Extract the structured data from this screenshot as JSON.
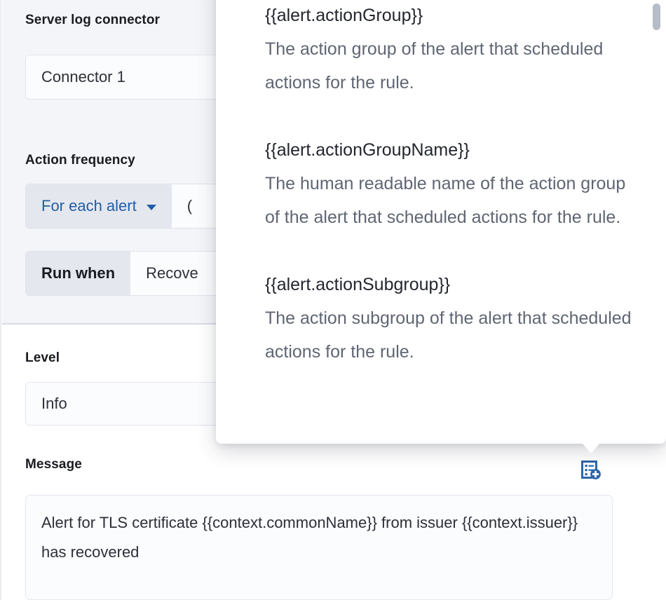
{
  "form": {
    "server_log_connector": {
      "label": "Server log connector",
      "value": "Connector 1"
    },
    "action_frequency": {
      "label": "Action frequency",
      "summary_prepend": "For each alert",
      "summary_value": "(",
      "chevron_icon": "chevron-down-icon",
      "run_when_prepend": "Run when",
      "run_when_value": "Recove"
    },
    "level": {
      "label": "Level",
      "value": "Info"
    },
    "message": {
      "label": "Message",
      "value": "Alert for TLS certificate {{context.commonName}} from issuer {{context.issuer}} has recovered",
      "add_variable_icon": "add-variable-icon"
    }
  },
  "variables_popover": {
    "scrollbar_icon": "scrollbar-thumb",
    "items": [
      {
        "name": "{{alert.actionGroup}}",
        "description": "The action group of the alert that scheduled actions for the rule."
      },
      {
        "name": "{{alert.actionGroupName}}",
        "description": "The human readable name of the action group of the alert that scheduled actions for the rule."
      },
      {
        "name": "{{alert.actionSubgroup}}",
        "description": "The action subgroup of the alert that scheduled actions for the rule."
      }
    ]
  },
  "colors": {
    "accent_blue": "#1f5ea8",
    "panel_bg": "#f4f5f9",
    "text_primary": "#1a1c21",
    "text_muted": "#5f6673",
    "divider": "#d8dae5"
  }
}
